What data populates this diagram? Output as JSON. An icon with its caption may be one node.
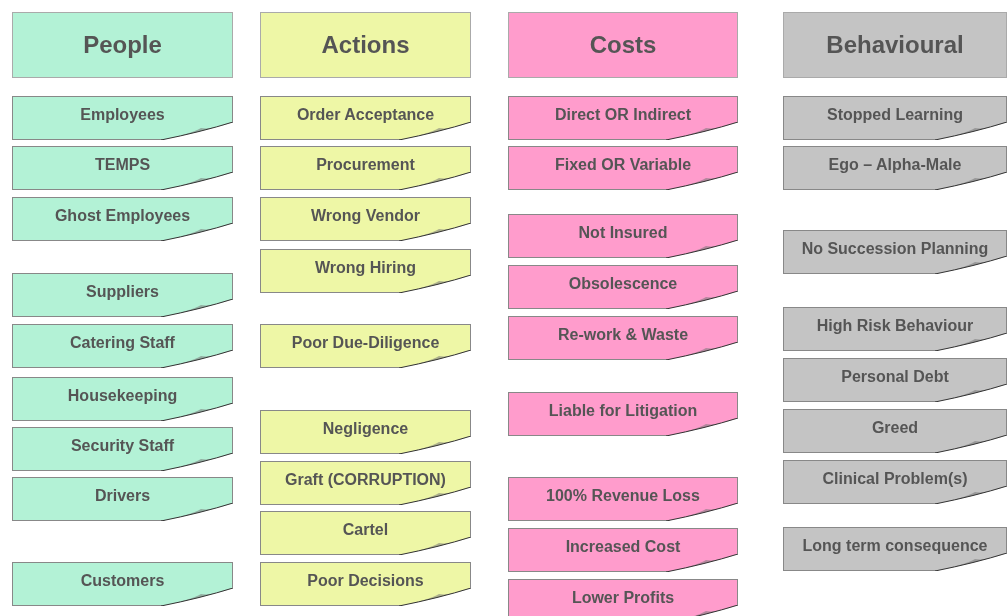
{
  "diagram": {
    "nodes": [
      {
        "text": [
          "People"
        ]
      },
      {
        "text": [
          "Employees"
        ]
      },
      {
        "text": [
          "TEMPS"
        ]
      },
      {
        "text": [
          "Ghost Employees"
        ]
      },
      {
        "text": [
          "Suppliers"
        ]
      },
      {
        "text": [
          "Catering Staff"
        ]
      },
      {
        "text": [
          "Housekeeping"
        ]
      },
      {
        "text": [
          "Security Staff"
        ]
      },
      {
        "text": [
          "Drivers"
        ]
      },
      {
        "text": [
          "Customers"
        ]
      },
      {
        "text": [
          "Actions"
        ]
      },
      {
        "text": [
          "Order Acceptance"
        ]
      },
      {
        "text": [
          "Procurement"
        ]
      },
      {
        "text": [
          "Wrong Vendor"
        ]
      },
      {
        "text": [
          "Wrong Hiring"
        ]
      },
      {
        "text": [
          "Poor Due-Diligence"
        ]
      },
      {
        "text": [
          "Negligence"
        ]
      },
      {
        "text": [
          "Graft (CORRUPTION)"
        ]
      },
      {
        "text": [
          "Cartel"
        ]
      },
      {
        "text": [
          "Poor Decisions"
        ]
      },
      {
        "text": [
          "Costs"
        ]
      },
      {
        "text": [
          "Direct OR Indirect"
        ]
      },
      {
        "text": [
          "Fixed OR Variable"
        ]
      },
      {
        "text": [
          "Not Insured"
        ]
      },
      {
        "text": [
          "Obsolescence"
        ]
      },
      {
        "text": [
          "Re-work & Waste"
        ]
      },
      {
        "text": [
          "Liable for Litigation"
        ]
      },
      {
        "text": [
          "100% Revenue Loss"
        ]
      },
      {
        "text": [
          "Increased Cost"
        ]
      },
      {
        "text": [
          "Lower Profits"
        ]
      },
      {
        "text": [
          "Behavioural"
        ]
      },
      {
        "text": [
          "Stopped Learning"
        ]
      },
      {
        "text": [
          "Ego – Alpha-Male"
        ]
      },
      {
        "text": [
          "No Succession Planning"
        ]
      },
      {
        "text": [
          "High Risk Behaviour"
        ]
      },
      {
        "text": [
          "Personal Debt"
        ]
      },
      {
        "text": [
          "Greed"
        ]
      },
      {
        "text": [
          "Clinical Problem(s)"
        ]
      },
      {
        "text": [
          "Long term consequence"
        ]
      }
    ]
  }
}
